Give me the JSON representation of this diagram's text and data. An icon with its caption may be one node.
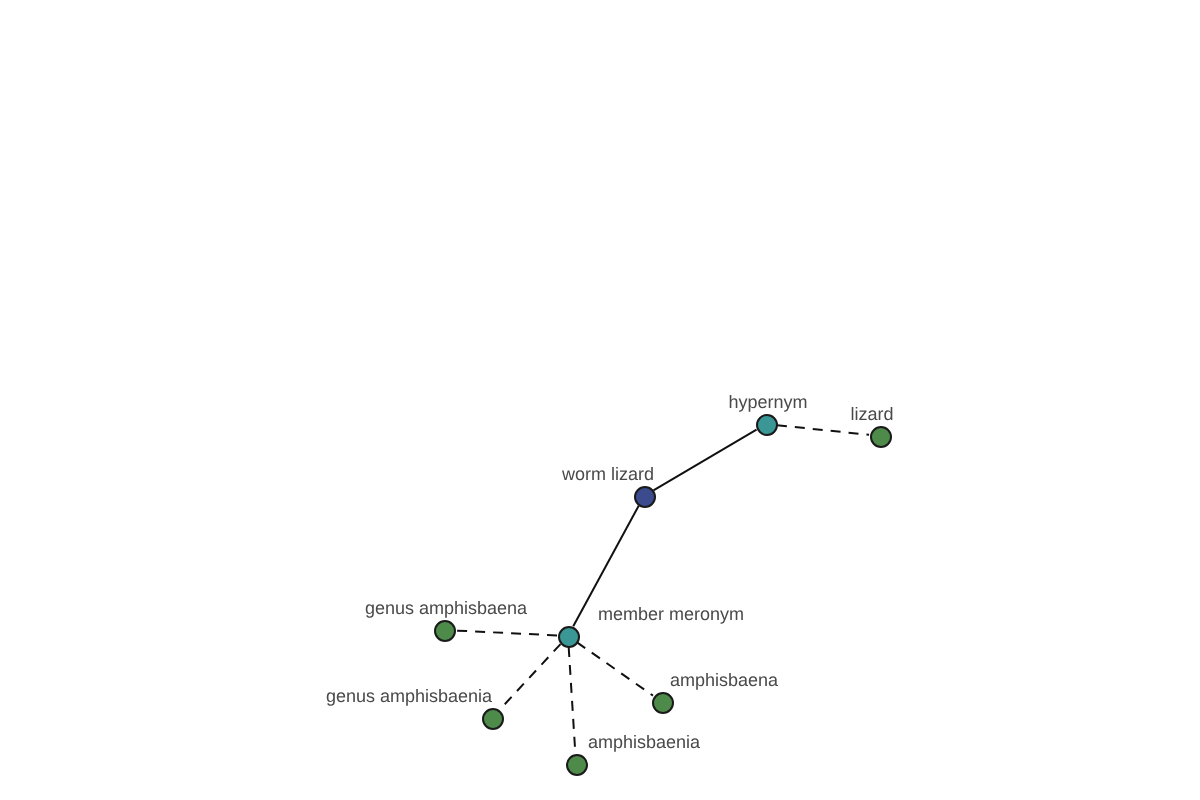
{
  "diagram": {
    "nodes": [
      {
        "text": [
          "hypernym"
        ]
      },
      {
        "text": [
          "lizard"
        ]
      },
      {
        "text": [
          "worm lizard"
        ]
      },
      {
        "text": [
          "genus amphisbaena"
        ]
      },
      {
        "text": [
          "member meronym"
        ]
      },
      {
        "text": [
          "genus amphisbaenia"
        ]
      },
      {
        "text": [
          "amphisbaena"
        ]
      },
      {
        "text": [
          "amphisbaenia"
        ]
      }
    ],
    "edges": [
      {
        "from": 2,
        "to": 0,
        "arrow": "none"
      },
      {
        "from": 0,
        "to": 1,
        "arrow": "none",
        "style": "dashed"
      },
      {
        "from": 2,
        "to": 4,
        "arrow": "none"
      },
      {
        "from": 4,
        "to": 3,
        "arrow": "none",
        "style": "dashed"
      },
      {
        "from": 4,
        "to": 5,
        "arrow": "none",
        "style": "dashed"
      },
      {
        "from": 4,
        "to": 6,
        "arrow": "none",
        "style": "dashed"
      },
      {
        "from": 4,
        "to": 7,
        "arrow": "none",
        "style": "dashed"
      }
    ]
  }
}
